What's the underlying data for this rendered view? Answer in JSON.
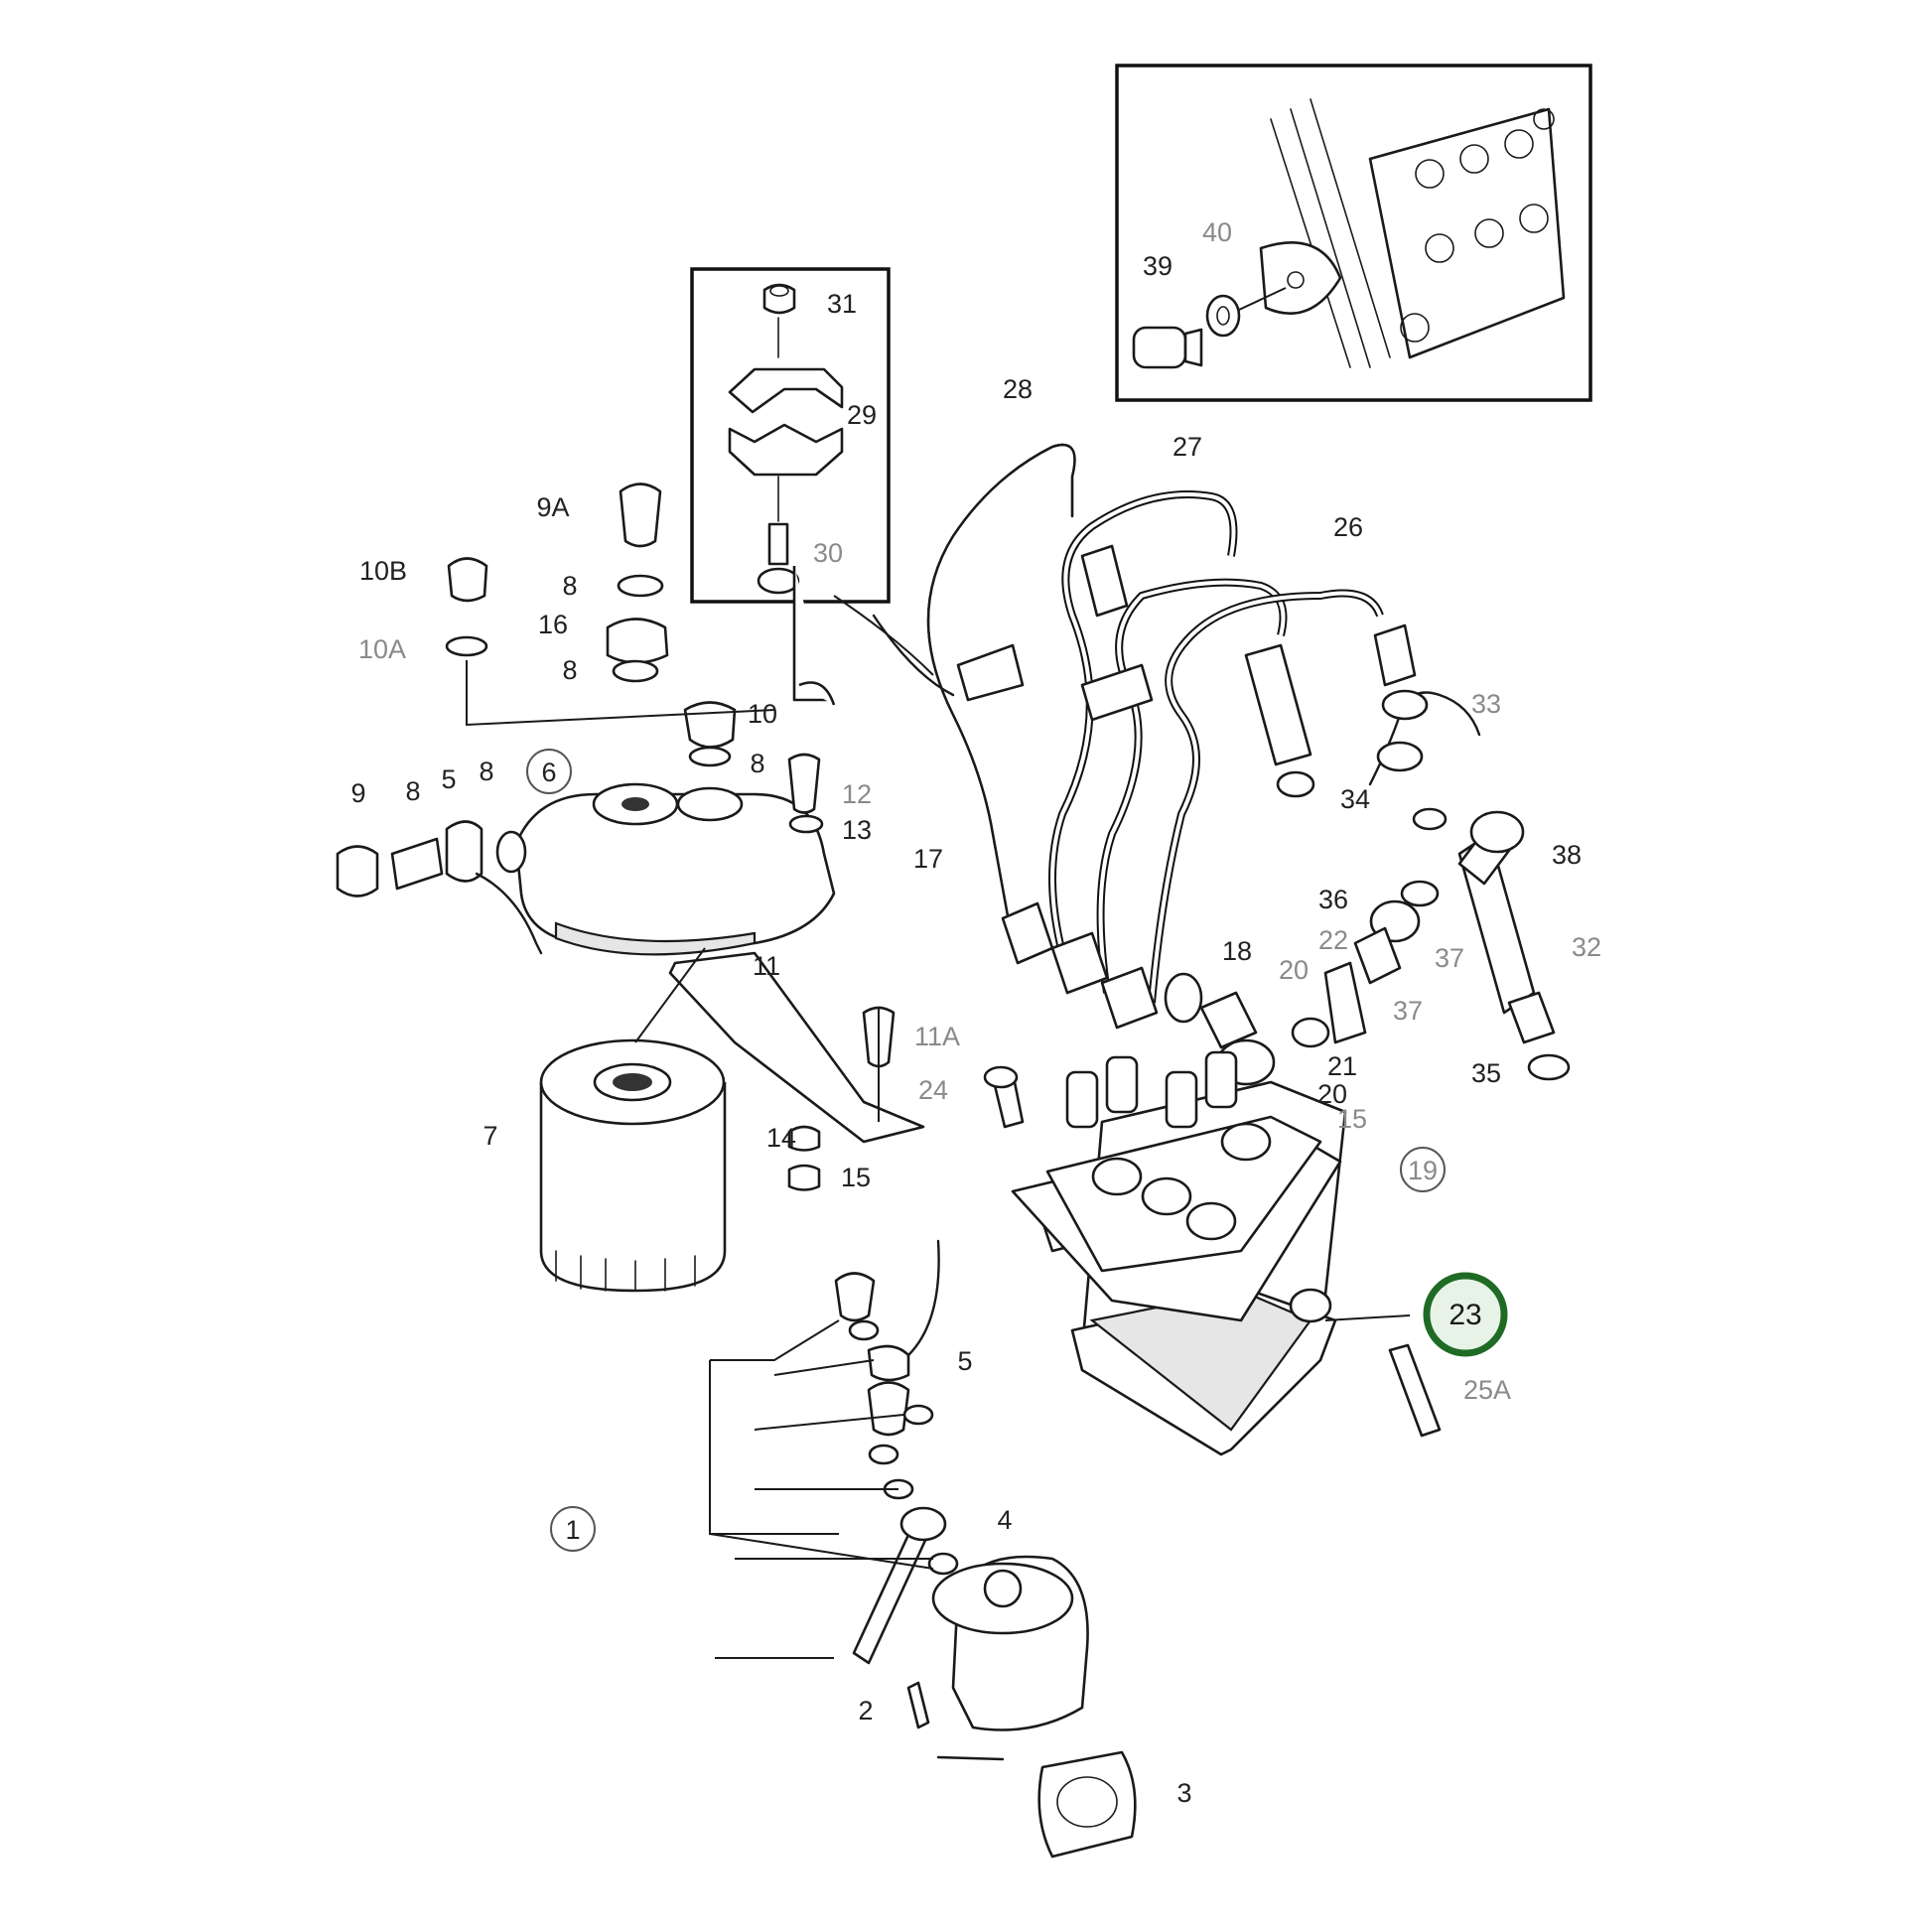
{
  "diagram": {
    "labels": [
      {
        "id": "1",
        "text": "1",
        "circled": true
      },
      {
        "id": "2",
        "text": "2"
      },
      {
        "id": "3",
        "text": "3"
      },
      {
        "id": "4",
        "text": "4"
      },
      {
        "id": "5a",
        "text": "5"
      },
      {
        "id": "5b",
        "text": "5"
      },
      {
        "id": "6",
        "text": "6",
        "circled": true
      },
      {
        "id": "7",
        "text": "7"
      },
      {
        "id": "8a",
        "text": "8"
      },
      {
        "id": "8b",
        "text": "8"
      },
      {
        "id": "8c",
        "text": "8"
      },
      {
        "id": "8d",
        "text": "8"
      },
      {
        "id": "8e",
        "text": "8"
      },
      {
        "id": "9",
        "text": "9"
      },
      {
        "id": "9A",
        "text": "9A"
      },
      {
        "id": "10",
        "text": "10"
      },
      {
        "id": "10A",
        "text": "10A",
        "muted": true
      },
      {
        "id": "10B",
        "text": "10B"
      },
      {
        "id": "11",
        "text": "11"
      },
      {
        "id": "11A",
        "text": "11A",
        "muted": true
      },
      {
        "id": "12",
        "text": "12",
        "muted": true
      },
      {
        "id": "13",
        "text": "13"
      },
      {
        "id": "14",
        "text": "14"
      },
      {
        "id": "15a",
        "text": "15"
      },
      {
        "id": "15b",
        "text": "15",
        "muted": true
      },
      {
        "id": "16",
        "text": "16"
      },
      {
        "id": "17",
        "text": "17"
      },
      {
        "id": "18",
        "text": "18"
      },
      {
        "id": "19",
        "text": "19",
        "circled": true,
        "muted": true
      },
      {
        "id": "20a",
        "text": "20",
        "muted": true
      },
      {
        "id": "20b",
        "text": "20"
      },
      {
        "id": "21",
        "text": "21"
      },
      {
        "id": "22",
        "text": "22",
        "muted": true
      },
      {
        "id": "23",
        "text": "23",
        "highlighted": true
      },
      {
        "id": "24",
        "text": "24",
        "muted": true
      },
      {
        "id": "25A",
        "text": "25A",
        "muted": true
      },
      {
        "id": "26",
        "text": "26"
      },
      {
        "id": "27",
        "text": "27"
      },
      {
        "id": "28",
        "text": "28"
      },
      {
        "id": "29",
        "text": "29"
      },
      {
        "id": "30",
        "text": "30",
        "muted": true
      },
      {
        "id": "31",
        "text": "31"
      },
      {
        "id": "32",
        "text": "32",
        "muted": true
      },
      {
        "id": "33",
        "text": "33",
        "muted": true
      },
      {
        "id": "34",
        "text": "34"
      },
      {
        "id": "35",
        "text": "35"
      },
      {
        "id": "36",
        "text": "36"
      },
      {
        "id": "37a",
        "text": "37",
        "muted": true
      },
      {
        "id": "37b",
        "text": "37",
        "muted": true
      },
      {
        "id": "38",
        "text": "38"
      },
      {
        "id": "39",
        "text": "39"
      },
      {
        "id": "40",
        "text": "40",
        "muted": true
      }
    ],
    "highlight_color": "#1f6b25"
  }
}
